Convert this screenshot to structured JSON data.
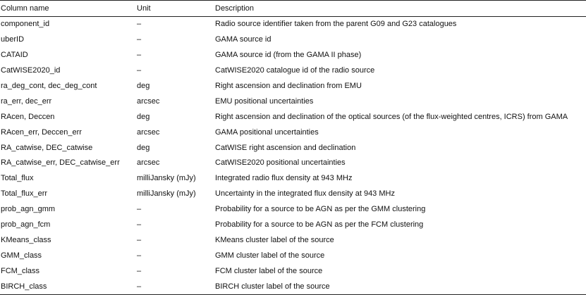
{
  "table": {
    "headers": [
      "Column name",
      "Unit",
      "Description"
    ],
    "rows": [
      [
        "component_id",
        "–",
        "Radio source identifier taken from the parent G09 and G23 catalogues"
      ],
      [
        "uberID",
        "–",
        "GAMA source id"
      ],
      [
        "CATAID",
        "–",
        "GAMA source id (from the GAMA II phase)"
      ],
      [
        "CatWISE2020_id",
        "–",
        "CatWISE2020 catalogue id of the radio source"
      ],
      [
        "ra_deg_cont, dec_deg_cont",
        "deg",
        "Right ascension and declination from EMU"
      ],
      [
        "ra_err, dec_err",
        "arcsec",
        "EMU positional uncertainties"
      ],
      [
        "RAcen, Deccen",
        "deg",
        "Right ascension and declination of the optical sources (of the flux-weighted centres, ICRS) from GAMA"
      ],
      [
        "RAcen_err, Deccen_err",
        "arcsec",
        "GAMA positional uncertainties"
      ],
      [
        "RA_catwise, DEC_catwise",
        "deg",
        "CatWISE right ascension and declination"
      ],
      [
        "RA_catwise_err, DEC_catwise_err",
        "arcsec",
        "CatWISE2020 positional uncertainties"
      ],
      [
        "Total_flux",
        "milliJansky (mJy)",
        "Integrated radio flux density at 943 MHz"
      ],
      [
        "Total_flux_err",
        "milliJansky (mJy)",
        "Uncertainty in the integrated flux density at 943 MHz"
      ],
      [
        "prob_agn_gmm",
        "–",
        "Probability for a source to be AGN as per the GMM clustering"
      ],
      [
        "prob_agn_fcm",
        "–",
        "Probability for a source to be AGN as per the FCM clustering"
      ],
      [
        "KMeans_class",
        "–",
        "KMeans cluster label of the source"
      ],
      [
        "GMM_class",
        "–",
        "GMM cluster label of the source"
      ],
      [
        "FCM_class",
        "–",
        "FCM cluster label of the source"
      ],
      [
        "BIRCH_class",
        "–",
        "BIRCH cluster label of the source"
      ]
    ]
  }
}
